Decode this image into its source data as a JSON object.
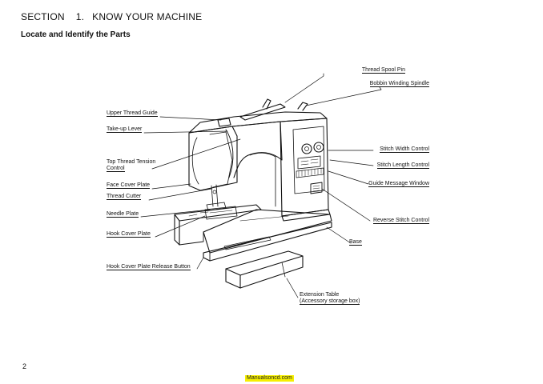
{
  "section": {
    "label": "SECTION",
    "number": "1.",
    "title": "KNOW YOUR MACHINE"
  },
  "subtitle": "Locate and Identify the Parts",
  "parts": {
    "thread_spool_pin": "Thread Spool Pin",
    "bobbin_winding_spindle": "Bobbin Winding Spindle",
    "upper_thread_guide": "Upper Thread Guide",
    "take_up_lever": "Take-up Lever",
    "top_thread_tension_1": "Top Thread Tension",
    "top_thread_tension_2": "Control",
    "face_cover_plate": "Face Cover Plate",
    "thread_cutter": "Thread Cutter",
    "needle_plate": "Needle Plate",
    "hook_cover_plate": "Hook Cover Plate",
    "hook_cover_plate_release_button": "Hook Cover Plate Release Button",
    "stitch_width_control": "Stitch Width Control",
    "stitch_length_control": "Stitch Length Control",
    "guide_message_window": "Guide Message Window",
    "reverse_stitch_control": "Reverse Stitch Control",
    "base": "Base",
    "extension_table_1": "Extension Table",
    "extension_table_2": "(Accessory storage box)"
  },
  "page_number": "2",
  "footer": "Manualsoncd.com",
  "colors": {
    "ink": "#111111",
    "footer_bg": "#f6ef00"
  }
}
